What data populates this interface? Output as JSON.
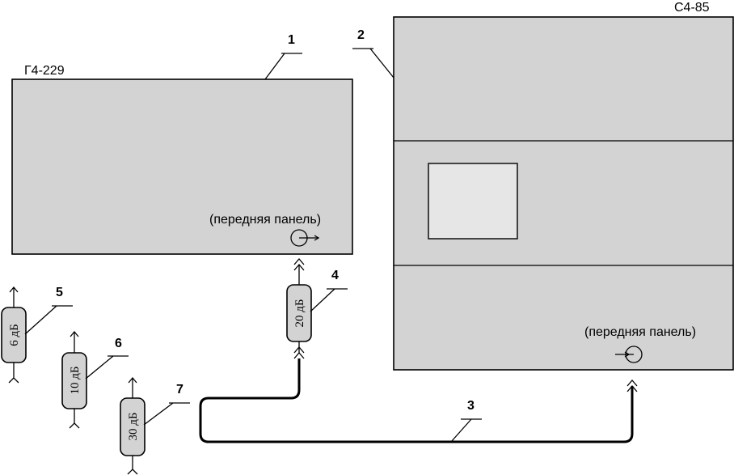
{
  "devices": {
    "generator": {
      "model": "Г4-229",
      "panel": "(передняя панель)"
    },
    "meter": {
      "model": "С4-85",
      "panel": "(передняя панель)"
    }
  },
  "callouts": {
    "c1": "1",
    "c2": "2",
    "c3": "3",
    "c4": "4",
    "c5": "5",
    "c6": "6",
    "c7": "7"
  },
  "attenuators": {
    "a4": "20 дБ",
    "a5": "6 дБ",
    "a6": "10 дБ",
    "a7": "30 дБ"
  },
  "colors": {
    "device_fill": "#d3d3d3",
    "screen_fill": "#e6e6e6",
    "stroke": "#000000"
  }
}
